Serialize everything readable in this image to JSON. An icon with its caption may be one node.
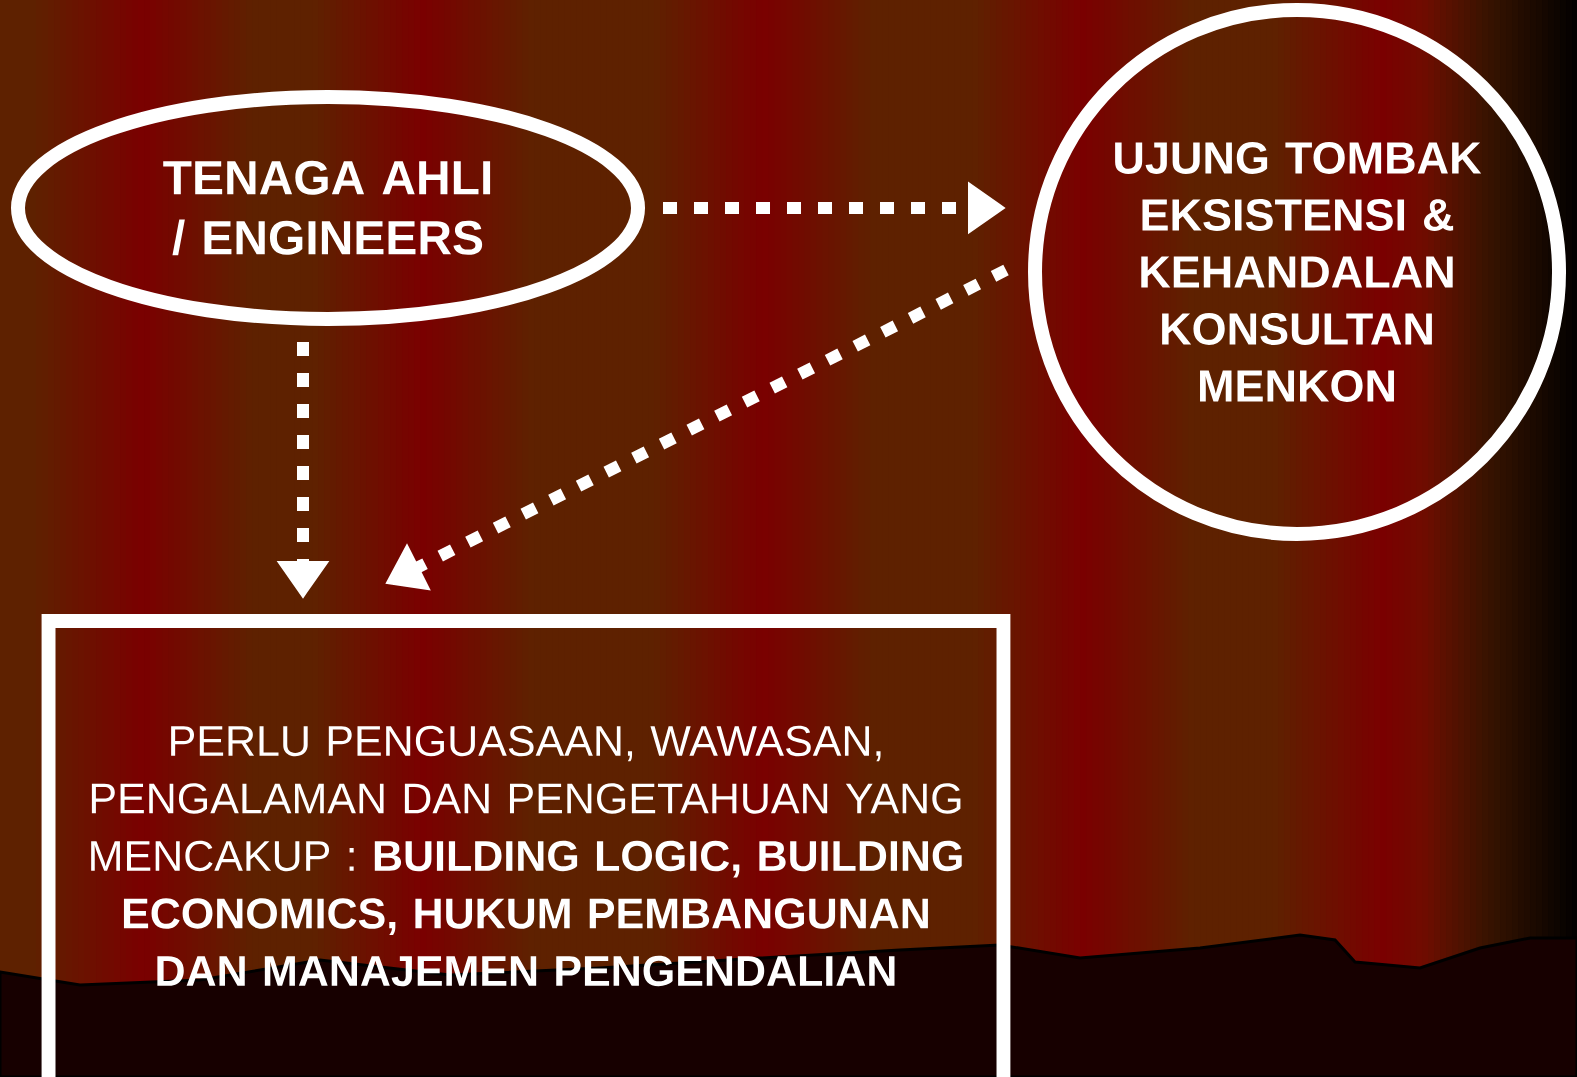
{
  "diagram": {
    "nodes": [
      {
        "text": [
          "TENAGA AHLI / ENGINEERS"
        ]
      },
      {
        "text": [
          "UJUNG TOMBAK EKSISTENSI & KEHANDALAN KONSULTAN MENKON"
        ]
      },
      {
        "text": [
          "PERLU PENGUASAAN, WAWASAN, PENGALAMAN DAN PENGETAHUAN YANG MENCAKUP : **BUILDING LOGIC, BUILDING ECONOMICS, HUKUM PEMBANGUNAN DAN MANAJEMEN PENGENDALIAN**"
        ]
      }
    ],
    "edges": [
      {
        "from": 0,
        "to": 1,
        "arrow": "to",
        "style": "dashed"
      },
      {
        "from": 0,
        "to": 2,
        "arrow": "to",
        "style": "dashed"
      },
      {
        "from": 1,
        "to": 2,
        "arrow": "to",
        "style": "dashed"
      }
    ]
  }
}
